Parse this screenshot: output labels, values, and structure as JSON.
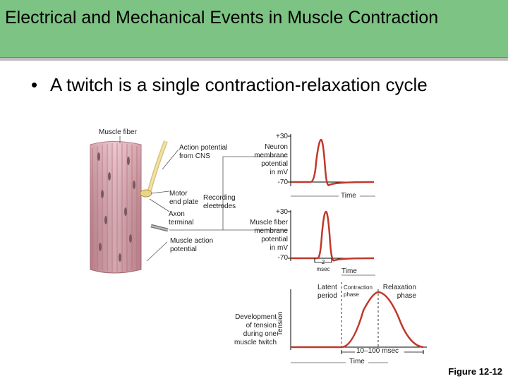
{
  "slide": {
    "title": "Electrical and Mechanical Events in Muscle Contraction",
    "bullet": "A twitch is a single contraction-relaxation cycle",
    "figure_label": "Figure 12-12"
  },
  "diagram": {
    "labels": {
      "muscle_fiber": "Muscle fiber",
      "action_potential": "Action potential\nfrom CNS",
      "motor_end_plate": "Motor\nend plate",
      "recording_electrodes": "Recording\nelectrodes",
      "axon_terminal": "Axon\nterminal",
      "muscle_action_potential": "Muscle action\npotential",
      "tension_development": "Development\nof tension\nduring one\nmuscle twitch"
    },
    "neuron_graph": {
      "ylabel": "Neuron\nmembrane\npotential\nin mV",
      "ytick_top": "+30",
      "ytick_bottom": "-70",
      "xlabel": "Time"
    },
    "muscle_graph": {
      "ylabel": "Muscle fiber\nmembrane\npotential\nin mV",
      "ytick_top": "+30",
      "ytick_bottom": "-70",
      "scale_bar": "2\nmsec",
      "xlabel": "Time"
    },
    "tension_graph": {
      "ylabel": "Tension",
      "xlabel": "Time",
      "latent_period": "Latent\nperiod",
      "contraction_phase": "Contraction\nphase",
      "relaxation_phase": "Relaxation\nphase",
      "duration": "10–100 msec"
    }
  }
}
